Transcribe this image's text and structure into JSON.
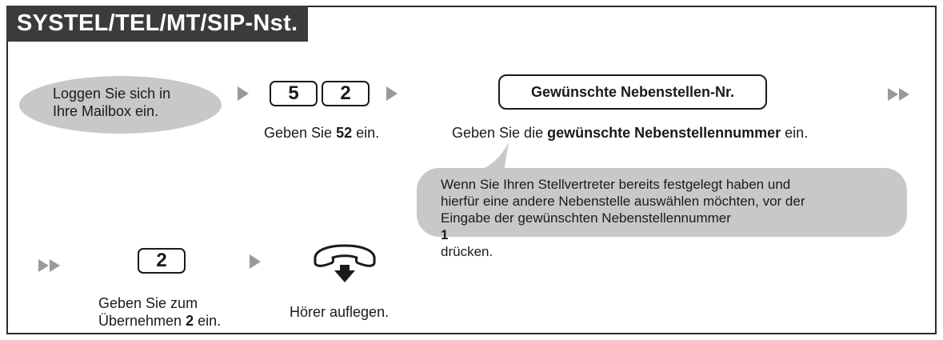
{
  "title": "SYSTEL/TEL/MT/SIP-Nst.",
  "step1": {
    "line1": "Loggen Sie sich in",
    "line2": "Ihre Mailbox ein."
  },
  "step2": {
    "keys": [
      "5",
      "2"
    ],
    "caption_pre": "Geben Sie ",
    "caption_bold": "52",
    "caption_post": " ein."
  },
  "step3": {
    "box_label": "Gewünschte Nebenstellen-Nr.",
    "caption_pre": "Geben Sie die ",
    "caption_bold": "gewünschte Nebenstellennummer",
    "caption_post": " ein."
  },
  "note": {
    "line1": "Wenn Sie Ihren Stellvertreter bereits festgelegt haben und",
    "line2": "hierfür eine andere Nebenstelle auswählen möchten, vor der",
    "line3_pre": "Eingabe der gewünschten Nebenstellennummer ",
    "line3_bold": "1",
    "line3_post": " drücken."
  },
  "step4": {
    "key": "2",
    "line1": "Geben Sie zum",
    "line2_pre": "Übernehmen ",
    "line2_bold": "2",
    "line2_post": " ein."
  },
  "step5": {
    "caption": "Hörer auflegen."
  },
  "colors": {
    "title_bg": "#3b3b3b",
    "bubble": "#c8c8c8",
    "arrow": "#9a9a9a"
  },
  "icons": {
    "arrow": "triangle-right-icon",
    "continue": "double-arrow-icon",
    "handset": "handset-hang-up-icon"
  }
}
